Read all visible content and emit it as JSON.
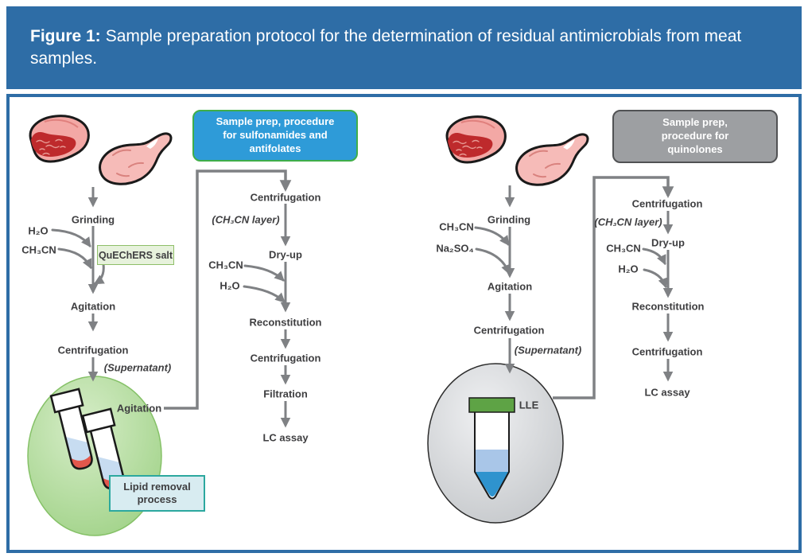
{
  "header": {
    "figure_label": "Figure 1:",
    "title": "Sample preparation protocol for the determination of residual antimicrobials from meat samples."
  },
  "colors": {
    "header_bar": "#2E6DA6",
    "frame_border": "#2E6DA6",
    "sulfonamide_callout_fill": "#2E9BD8",
    "sulfonamide_callout_border": "#3FAE49",
    "quinolone_callout_fill": "#9D9FA2",
    "quechers_box_fill": "#E7F2DC",
    "quechers_box_border": "#8FBF68",
    "lipid_box_fill": "#D8ECF1",
    "lipid_box_border": "#2CA89F",
    "green_circle": "#AFDA98",
    "gray_circle": "#D2D5D8",
    "arrow_gray": "#7F8184",
    "lle_cap_green": "#5EA345",
    "tube_blue": "#2F93CE",
    "text": "#3E3E40"
  },
  "left_panel": {
    "callout": "Sample prep, procedure for sulfonamides and antifolates",
    "steps": {
      "grinding": "Grinding",
      "agitation": "Agitation",
      "centrifugation": "Centrifugation",
      "supernatant_note": "(Supernatant)",
      "circle_agitation": "Agitation"
    },
    "reagents": {
      "h2o": "H₂O",
      "ch3cn": "CH₃CN"
    },
    "quechers_label": "QuEChERS salt",
    "lipid_label": "Lipid removal process",
    "assay": {
      "centrifugation_1": "Centrifugation",
      "ch3cn_layer_note": "(CH₃CN layer)",
      "dry_up": "Dry-up",
      "ch3cn": "CH₃CN",
      "h2o": "H₂O",
      "reconstitution": "Reconstitution",
      "centrifugation_2": "Centrifugation",
      "filtration": "Filtration",
      "lc_assay": "LC assay"
    }
  },
  "right_panel": {
    "callout": "Sample prep, procedure for quinolones",
    "steps": {
      "grinding": "Grinding",
      "agitation": "Agitation",
      "centrifugation": "Centrifugation",
      "supernatant_note": "(Supernatant)",
      "lle_label": "LLE"
    },
    "reagents": {
      "ch3cn": "CH₃CN",
      "na2so4": "Na₂SO₄"
    },
    "assay": {
      "centrifugation_1": "Centrifugation",
      "ch3cn_layer_note": "(CH₃CN layer)",
      "dry_up": "Dry-up",
      "ch3cn": "CH₃CN",
      "h2o": "H₂O",
      "reconstitution": "Reconstitution",
      "centrifugation_2": "Centrifugation",
      "lc_assay": "LC assay"
    }
  }
}
